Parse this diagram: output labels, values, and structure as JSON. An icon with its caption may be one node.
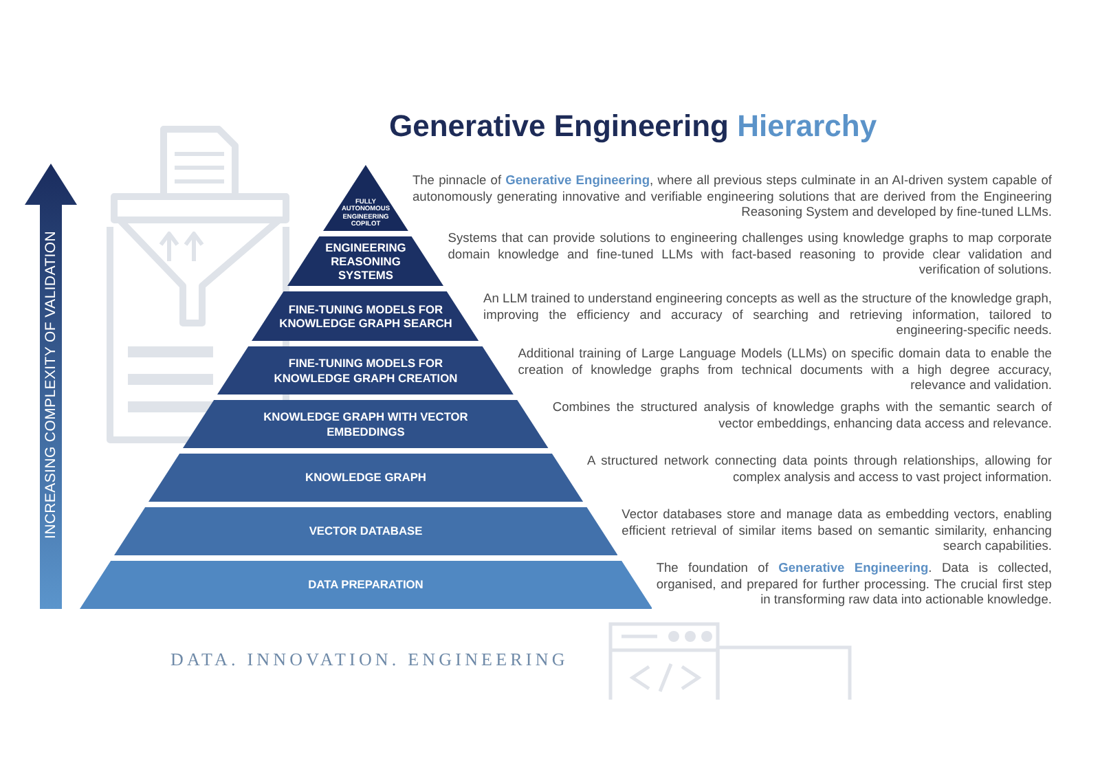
{
  "diagram": {
    "title": "Generative Engineering Hierarchy",
    "nodes": [
      {
        "text": [
          "FULLY AUTONOMOUS ENGINEERING COPILOT"
        ],
        "beside": [
          "The pinnacle of **Generative Engineering**, where all previous steps culminate in an AI-driven system capable of autonomously generating innovative and verifiable engineering solutions that are derived from the Engineering Reasoning System and developed by fine-tuned LLMs."
        ]
      },
      {
        "text": [
          "ENGINEERING REASONING SYSTEMS"
        ],
        "beside": [
          "Systems that can provide solutions to engineering challenges using knowledge graphs to map corporate domain knowledge and fine-tuned LLMs with fact-based reasoning to provide clear validation and verification of solutions."
        ]
      },
      {
        "text": [
          "FINE-TUNING MODELS FOR KNOWLEDGE GRAPH SEARCH"
        ],
        "beside": [
          "An LLM trained to understand engineering concepts as well as the structure of the knowledge graph, improving the efficiency and accuracy of searching and retrieving information, tailored to engineering-specific needs."
        ]
      },
      {
        "text": [
          "FINE-TUNING MODELS FOR KNOWLEDGE GRAPH CREATION"
        ],
        "beside": [
          "Additional training of Large Language Models (LLMs) on specific domain data to enable the creation of knowledge graphs from technical documents with a high degree accuracy, relevance and validation."
        ]
      },
      {
        "text": [
          "KNOWLEDGE GRAPH WITH VECTOR EMBEDDINGS"
        ],
        "beside": [
          "Combines the structured analysis of knowledge graphs with the semantic search of vector embeddings, enhancing data access and relevance."
        ]
      },
      {
        "text": [
          "KNOWLEDGE GRAPH"
        ],
        "beside": [
          "A structured network connecting data points through relationships, allowing for complex analysis and access to vast project information."
        ]
      },
      {
        "text": [
          "VECTOR DATABASE"
        ],
        "beside": [
          "Vector databases store and manage data as embedding vectors, enabling efficient retrieval of similar items based on semantic similarity, enhancing search capabilities."
        ]
      },
      {
        "text": [
          "DATA PREPARATION"
        ],
        "beside": [
          "The foundation of **Generative Engineering**. Data is collected, organised, and prepared for further processing. The crucial first step in transforming raw data into actionable knowledge."
        ]
      }
    ],
    "labels": [
      "INCREASING COMPLEXITY OF VALIDATION",
      "DATA. INNOVATION. ENGINEERING"
    ]
  }
}
